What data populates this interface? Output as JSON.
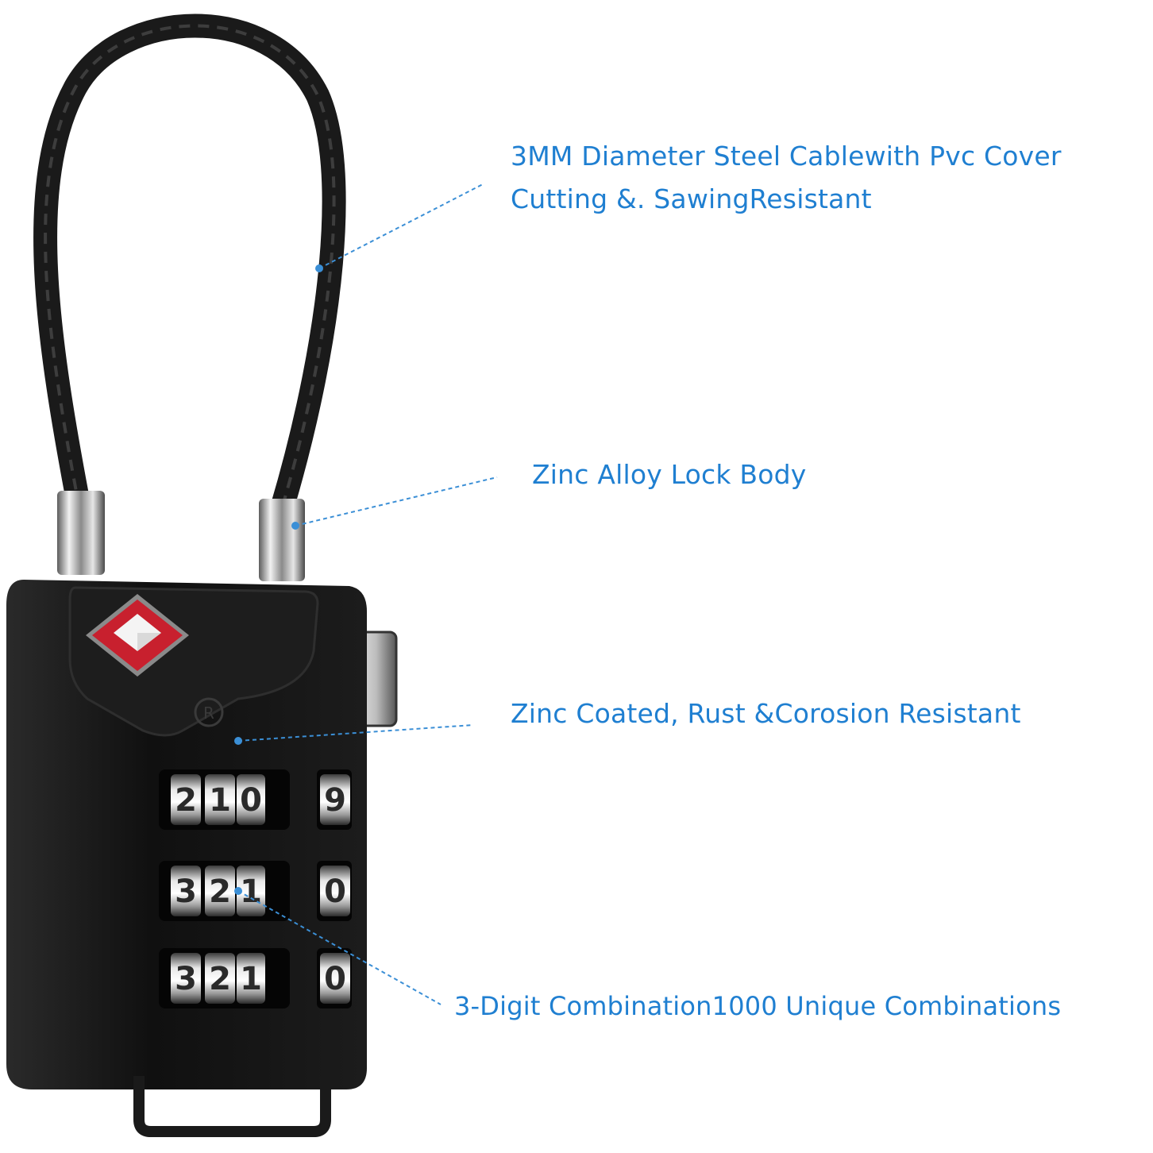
{
  "colors": {
    "callout_text": "#1f7fd1",
    "leader_line": "#3b8fd6",
    "lock_body": "#141414",
    "tsa_badge": "#c8202e",
    "background": "#ffffff"
  },
  "callouts": {
    "cable_line1": "3MM Diameter Steel Cablewith Pvc Cover",
    "cable_line2": "Cutting &. SawingResistant",
    "body": "Zinc Alloy Lock Body",
    "coating": "Zinc Coated, Rust &Corosion Resistant",
    "combination": "3-Digit Combination1000 Unique Combinations"
  },
  "lock": {
    "registered_mark": "R",
    "dials": [
      {
        "digits": [
          "2",
          "1",
          "0",
          "9"
        ]
      },
      {
        "digits": [
          "3",
          "2",
          "1",
          "0"
        ]
      },
      {
        "digits": [
          "3",
          "2",
          "1",
          "0"
        ]
      }
    ]
  },
  "icons": {
    "tsa_badge": "tsa-diamond-icon",
    "registered": "registered-trademark-icon"
  }
}
